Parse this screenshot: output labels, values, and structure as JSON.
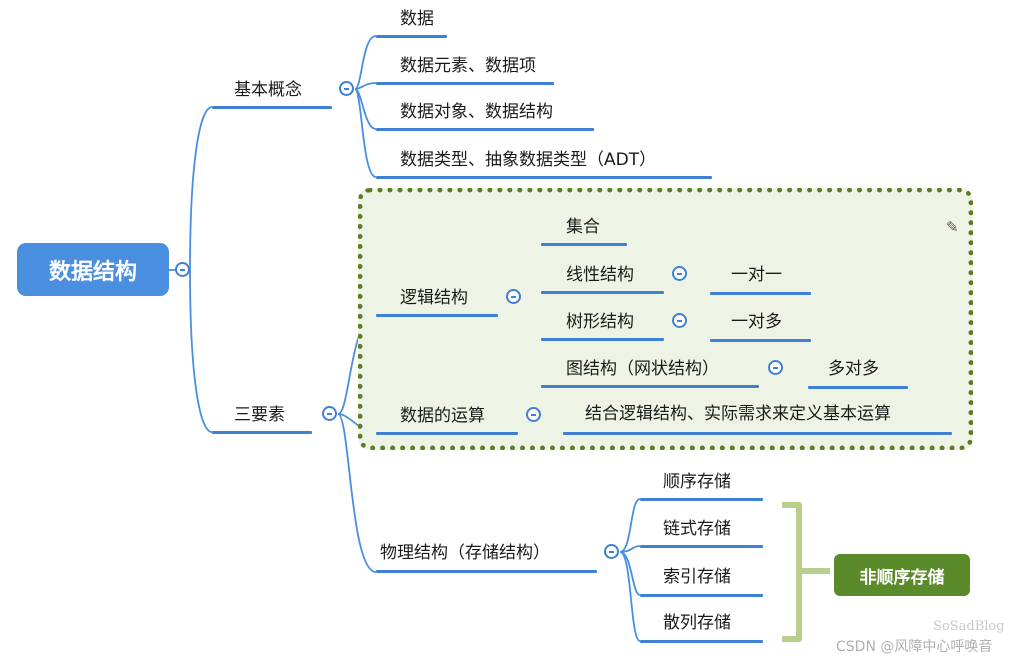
{
  "root": {
    "label": "数据结构"
  },
  "basic": {
    "label": "基本概念",
    "items": [
      "数据",
      "数据元素、数据项",
      "数据对象、数据结构",
      "数据类型、抽象数据类型（ADT）"
    ]
  },
  "elements": {
    "label": "三要素"
  },
  "logical": {
    "label": "逻辑结构",
    "set": "集合",
    "linear": {
      "label": "线性结构",
      "relation": "一对一"
    },
    "tree": {
      "label": "树形结构",
      "relation": "一对多"
    },
    "graph": {
      "label": "图结构（网状结构）",
      "relation": "多对多"
    }
  },
  "operations": {
    "label": "数据的运算",
    "detail": "结合逻辑结构、实际需求来定义基本运算"
  },
  "physical": {
    "label": "物理结构（存储结构）",
    "items": [
      "顺序存储",
      "链式存储",
      "索引存储",
      "散列存储"
    ],
    "summary": "非顺序存储"
  },
  "watermark": {
    "blog": "SoSadBlog",
    "csdn": "CSDN @风障中心呼唤音"
  },
  "colors": {
    "branch": "#3f7fd4",
    "root_fill": "#4a8ee0",
    "group_border": "#5b7c24",
    "summary_fill": "#5a8a2a"
  }
}
